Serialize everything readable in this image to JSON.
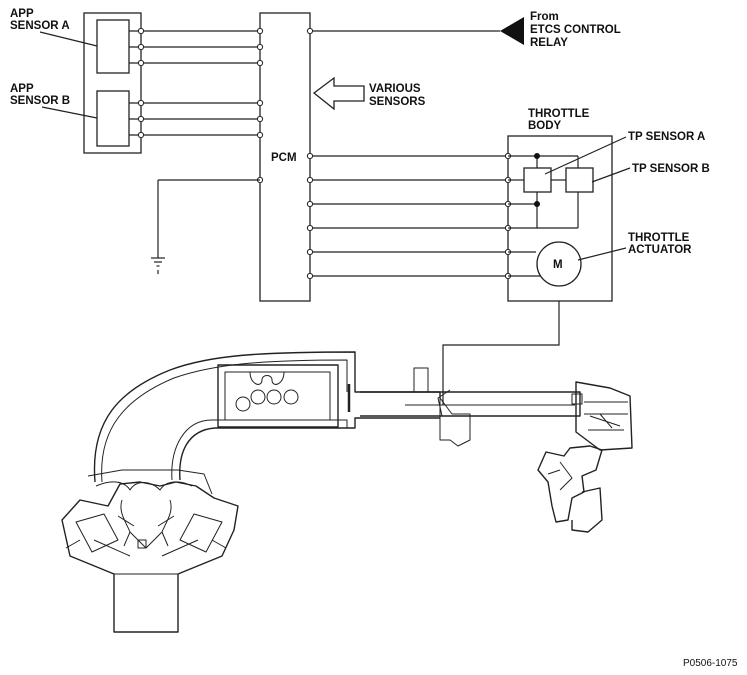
{
  "labels": {
    "app_sensor_a": [
      "APP",
      "SENSOR A"
    ],
    "app_sensor_b": [
      "APP",
      "SENSOR B"
    ],
    "pcm": "PCM",
    "etcs_relay": [
      "From",
      "ETCS CONTROL",
      "RELAY"
    ],
    "various_sensors": [
      "VARIOUS",
      "SENSORS"
    ],
    "throttle_body": [
      "THROTTLE",
      "BODY"
    ],
    "tp_sensor_a": "TP SENSOR A",
    "tp_sensor_b": "TP SENSOR B",
    "throttle_actuator": [
      "THROTTLE",
      "ACTUATOR"
    ],
    "motor": "M",
    "figure_id": "P0506-1075"
  }
}
